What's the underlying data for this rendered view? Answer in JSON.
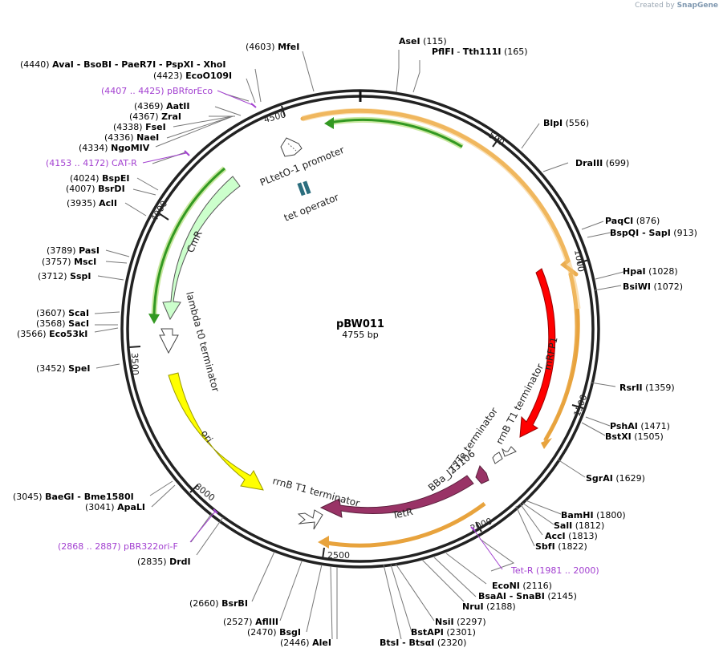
{
  "watermark": {
    "text": "Created by",
    "brand": "SnapGene"
  },
  "plasmid": {
    "name": "pBW011",
    "length": "4755 bp"
  },
  "ticks": [
    "500",
    "1000",
    "1500",
    "2000",
    "2500",
    "3000",
    "3500",
    "4000",
    "4500"
  ],
  "features": {
    "pltet": "PLtetO-1 promoter",
    "tetop": "tet operator",
    "cmr": "CmR",
    "lambda": "lambda t0 terminator",
    "ori": "ori",
    "rrnb_inner": "rrnB T1 terminator",
    "tetr": "TetR",
    "bba": "BBa_J23106",
    "t7te": "T7Te terminator",
    "rrnb_right": "rrnB T1 terminator",
    "mrfp": "mRFP1"
  },
  "sites": {
    "mfei": {
      "pos": "(4603)",
      "name": "MfeI"
    },
    "asei": {
      "name": "AseI",
      "pos": "(115)"
    },
    "pflfi": {
      "name": "PflFI",
      "sep": "- ",
      "name2": "Tth111I",
      "pos": "(165)"
    },
    "ava": {
      "pos": "(4440)",
      "names": "AvaI  - BsoBI  - PaeR7I  - PspXI  - XhoI"
    },
    "eco109": {
      "pos": "(4423)",
      "name": "EcoO109I"
    },
    "aat": {
      "pos": "(4369)",
      "name": "AatII"
    },
    "zra": {
      "pos": "(4367)",
      "name": "ZraI"
    },
    "fse": {
      "pos": "(4338)",
      "name": "FseI"
    },
    "nae": {
      "pos": "(4336)",
      "name": "NaeI"
    },
    "ngo": {
      "pos": "(4334)",
      "name": "NgoMIV"
    },
    "bspe": {
      "pos": "(4024)",
      "name": "BspEI"
    },
    "bsrd": {
      "pos": "(4007)",
      "name": "BsrDI"
    },
    "acl": {
      "pos": "(3935)",
      "name": "AclI"
    },
    "pas": {
      "pos": "(3789)",
      "name": "PasI"
    },
    "msc": {
      "pos": "(3757)",
      "name": "MscI"
    },
    "ssp": {
      "pos": "(3712)",
      "name": "SspI"
    },
    "sca": {
      "pos": "(3607)",
      "name": "ScaI"
    },
    "sac": {
      "pos": "(3568)",
      "name": "SacI"
    },
    "eco53": {
      "pos": "(3566)",
      "name": "Eco53kI"
    },
    "spe": {
      "pos": "(3452)",
      "name": "SpeI"
    },
    "baeg": {
      "pos": "(3045)",
      "names": "BaeGI  - Bme1580I"
    },
    "apal": {
      "pos": "(3041)",
      "name": "ApaLI"
    },
    "drd": {
      "pos": "(2835)",
      "name": "DrdI"
    },
    "bsrb": {
      "pos": "(2660)",
      "name": "BsrBI"
    },
    "afl": {
      "pos": "(2527)",
      "name": "AflIII"
    },
    "bsg": {
      "pos": "(2470)",
      "name": "BsgI"
    },
    "ale": {
      "pos": "(2446)",
      "name": "AleI"
    },
    "bts": {
      "names": "BtsI  - BtsαI",
      "pos": "(2320)"
    },
    "bstapi": {
      "name": "BstAPI",
      "pos": "(2301)"
    },
    "nsi": {
      "name": "NsiI",
      "pos": "(2297)"
    },
    "nru": {
      "name": "NruI",
      "pos": "(2188)"
    },
    "bsaai": {
      "names": "BsaAI  - SnaBI",
      "pos": "(2145)"
    },
    "econi": {
      "name": "EcoNI",
      "pos": "(2116)"
    },
    "sbf": {
      "name": "SbfI",
      "pos": "(1822)"
    },
    "acc": {
      "name": "AccI",
      "pos": "(1813)"
    },
    "sal": {
      "name": "SalI",
      "pos": "(1812)"
    },
    "bamh": {
      "name": "BamHI",
      "pos": "(1800)"
    },
    "sgra": {
      "name": "SgrAI",
      "pos": "(1629)"
    },
    "bstx": {
      "name": "BstXI",
      "pos": "(1505)"
    },
    "psha": {
      "name": "PshAI",
      "pos": "(1471)"
    },
    "rsr": {
      "name": "RsrII",
      "pos": "(1359)"
    },
    "bsiw": {
      "name": "BsiWI",
      "pos": "(1072)"
    },
    "hpa": {
      "name": "HpaI",
      "pos": "(1028)"
    },
    "bspq": {
      "names": "BspQI  - SapI",
      "pos": "(913)"
    },
    "paqc": {
      "name": "PaqCI",
      "pos": "(876)"
    },
    "dra3": {
      "name": "DraIII",
      "pos": "(699)"
    },
    "blp": {
      "name": "BlpI",
      "pos": "(556)"
    }
  },
  "primers": {
    "pbrforeco": "(4407 .. 4425)  pBRforEco",
    "catr": "(4153 .. 4172)  CAT-R",
    "pbr322": "(2868 .. 2887)  pBR322ori-F",
    "tetr": "Tet-R",
    "tetr_pos": "(1981 .. 2000)"
  },
  "colors": {
    "mrfp": "#ff0000",
    "tetr": "#993366",
    "ori": "#ffff00",
    "cmr": "#ccffcc",
    "primer": "#a23fd0",
    "orange": "#e8a33d",
    "green": "#339922"
  }
}
